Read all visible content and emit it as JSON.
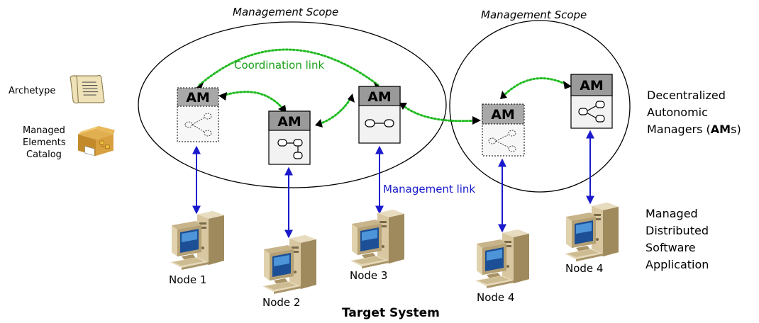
{
  "scopes": [
    {
      "label": "Management Scope"
    },
    {
      "label": "Management Scope"
    }
  ],
  "legend": {
    "archetype": "Archetype",
    "catalog_lines": [
      "Managed",
      "Elements",
      "Catalog"
    ]
  },
  "links": {
    "coordination": "Coordination link",
    "management": "Management link"
  },
  "managers": [
    {
      "label": "AM",
      "variant": "faded",
      "glyph": "fan-out"
    },
    {
      "label": "AM",
      "variant": "normal",
      "glyph": "tree"
    },
    {
      "label": "AM",
      "variant": "normal",
      "glyph": "chain"
    },
    {
      "label": "AM",
      "variant": "faded",
      "glyph": "fan-out"
    },
    {
      "label": "AM",
      "variant": "normal",
      "glyph": "fan-out"
    }
  ],
  "nodes": [
    {
      "label": "Node 1"
    },
    {
      "label": "Node 2"
    },
    {
      "label": "Node 3"
    },
    {
      "label": "Node 4"
    },
    {
      "label": "Node 4"
    }
  ],
  "description": {
    "managers_lines": [
      "Decentralized",
      "Autonomic",
      "Managers ("
    ],
    "managers_bold": "AM",
    "managers_suffix": "s)",
    "app_lines": [
      "Managed",
      "Distributed",
      "Software",
      "Application"
    ]
  },
  "footer": {
    "title": "Target System"
  },
  "colors": {
    "coordination": "#22bb22",
    "management": "#1a1acc",
    "am_header": "#9a9a9a",
    "am_body": "#f2f2f2",
    "am_body_faded": "#f7f7f7"
  }
}
